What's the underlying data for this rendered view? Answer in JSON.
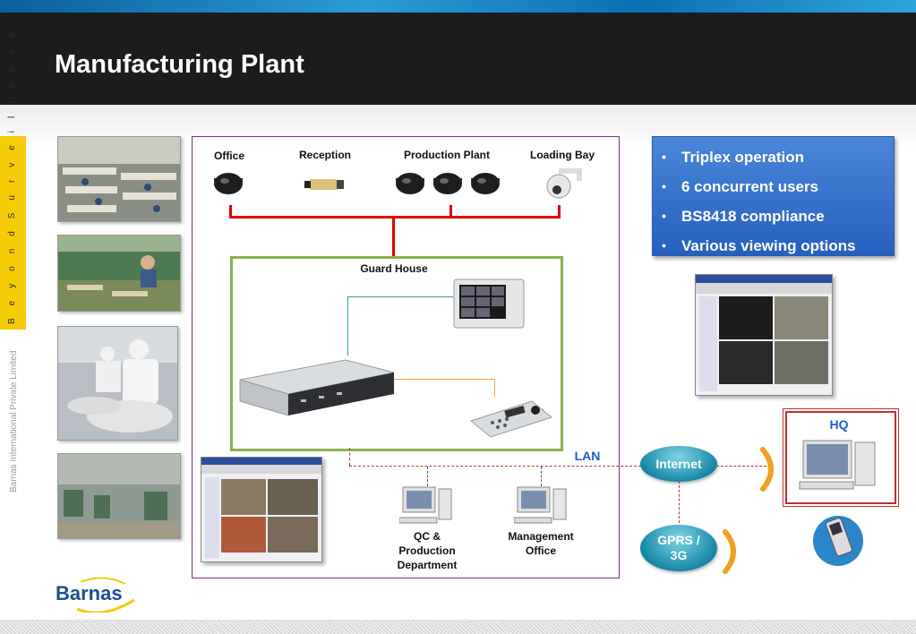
{
  "title": "Manufacturing Plant",
  "sidebar": {
    "tagline": "B e y o n d   S u r v e i l l a n c e",
    "company": "Barnas International Private Limited"
  },
  "locations": {
    "office": "Office",
    "reception": "Reception",
    "production": "Production Plant",
    "loading": "Loading Bay"
  },
  "guard_house": "Guard House",
  "lan": "LAN",
  "clients": {
    "qc": [
      "QC &",
      "Production",
      "Department"
    ],
    "mgmt": [
      "Management",
      "Office"
    ]
  },
  "network": {
    "internet": "Internet",
    "gprs": [
      "GPRS /",
      "3G"
    ],
    "hq": "HQ"
  },
  "features": [
    "Triplex operation",
    "6 concurrent users",
    "BS8418 compliance",
    "Various viewing options"
  ],
  "logo": "Barnas",
  "colors": {
    "header": "#1c1c1c",
    "accent_blue": "#2560bf",
    "tagline_yellow": "#f5cb05",
    "camera_line": "#e00000",
    "guard_border": "#8db050",
    "frame": "#7a2f8c",
    "lan_text": "#1a5fd0"
  }
}
